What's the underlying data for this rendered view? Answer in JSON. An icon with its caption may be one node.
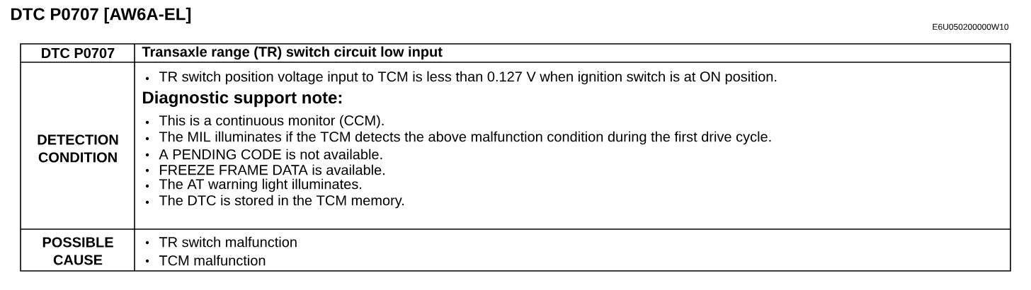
{
  "diagram": {
    "title": "DTC P0707 [AW6A-EL]",
    "labels": [
      "E6U050200000W10",
      "DTC P0707",
      "Transaxle range (TR) switch circuit low input",
      "DETECTION CONDITION",
      "TR switch position voltage input to TCM is less than 0.127 V when ignition switch is at ON position.",
      "Diagnostic support note:",
      "This is a continuous monitor (CCM).",
      "The MIL illuminates if the TCM detects the above malfunction condition during the first drive cycle.",
      "A PENDING CODE is not available.",
      "FREEZE FRAME DATA is available.",
      "The AT warning light illuminates.",
      "The DTC is stored in the TCM memory.",
      "POSSIBLE CAUSE",
      "TR switch malfunction",
      "TCM malfunction"
    ]
  }
}
